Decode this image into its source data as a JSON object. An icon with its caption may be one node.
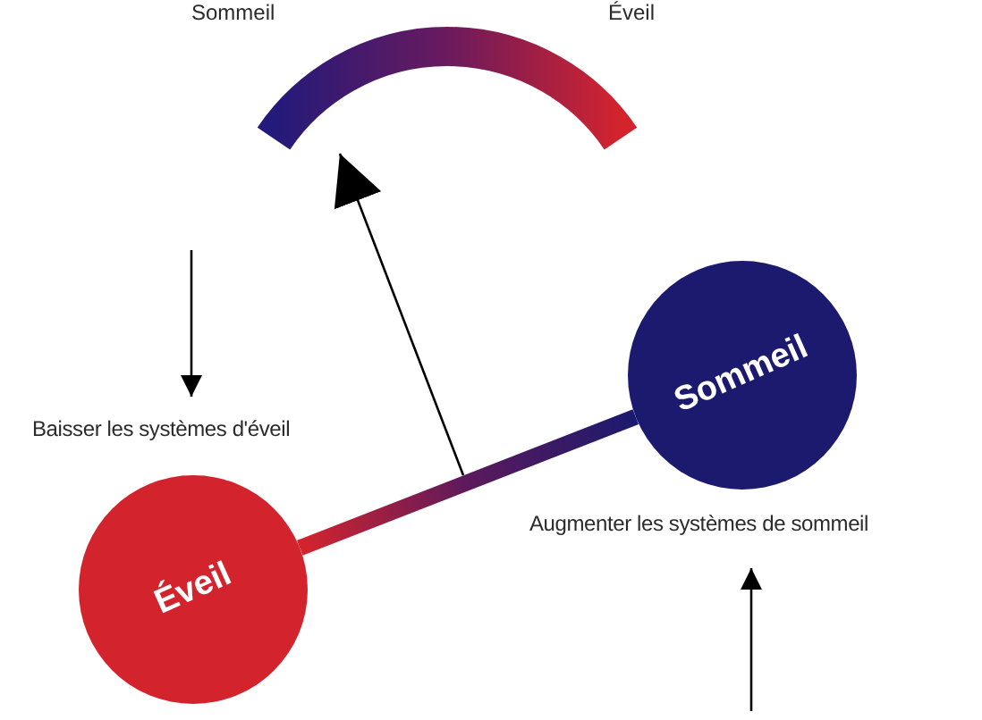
{
  "diagram": {
    "nodes": [
      {
        "text": [],
        "shape": "arc",
        "beside": [
          "Sommeil",
          "Éveil"
        ]
      },
      {
        "text": [
          "Baisser les systèmes d'éveil"
        ]
      },
      {
        "text": [
          "Sommeil"
        ]
      },
      {
        "text": [
          "Augmenter les systèmes de sommeil"
        ]
      },
      {
        "text": [
          "Éveil"
        ]
      }
    ],
    "edges": [
      {
        "from": 4,
        "to": 2,
        "arrow": "none",
        "style": "thick",
        "color": "#5c1a5c"
      },
      {
        "from": null,
        "to": 0,
        "arrow": "to"
      },
      {
        "from": null,
        "to": 1,
        "arrow": "to"
      },
      {
        "from": null,
        "to": 3,
        "arrow": "to"
      }
    ]
  }
}
